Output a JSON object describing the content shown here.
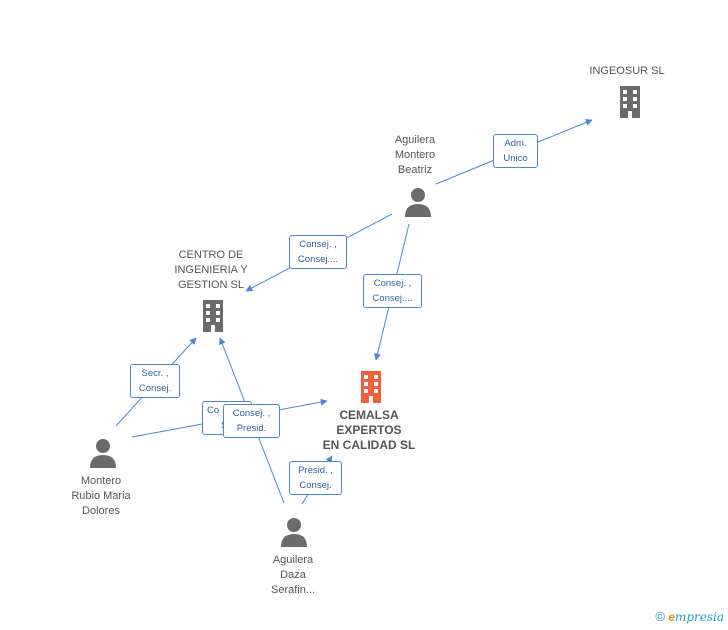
{
  "nodes": {
    "ingeosur": "INGEOSUR  SL",
    "aguilera_montero": [
      "Aguilera",
      "Montero",
      "Beatriz"
    ],
    "centro": [
      "CENTRO DE",
      "INGENIERIA Y",
      "GESTION SL"
    ],
    "cemalsa": [
      "CEMALSA",
      "EXPERTOS",
      "EN CALIDAD SL"
    ],
    "montero_rubio": [
      "Montero",
      "Rubio Maria",
      "Dolores"
    ],
    "aguilera_daza": [
      "Aguilera",
      "Daza",
      "Serafin..."
    ]
  },
  "edges": {
    "adm_unico": [
      "Adm.",
      "Unico"
    ],
    "consej_centro": [
      "Consej. ,",
      "Consej...."
    ],
    "consej_cemalsa": [
      "Consej. ,",
      "Consej...."
    ],
    "secr_consej": [
      "Secr. ,",
      "Consej."
    ],
    "consej_s_hidden": [
      "Co",
      "S"
    ],
    "consej_presid": [
      "Consej. ,",
      "Presid."
    ],
    "presid_consej": [
      "Presid. ,",
      "Consej."
    ]
  },
  "colors": {
    "link": "#4a86d4",
    "company": "#6b6b6b",
    "company_main": "#f2603a",
    "person": "#6b6b6b"
  },
  "brand": {
    "copyright": "©",
    "logo_e": "e",
    "logo_rest": "mpresia"
  }
}
